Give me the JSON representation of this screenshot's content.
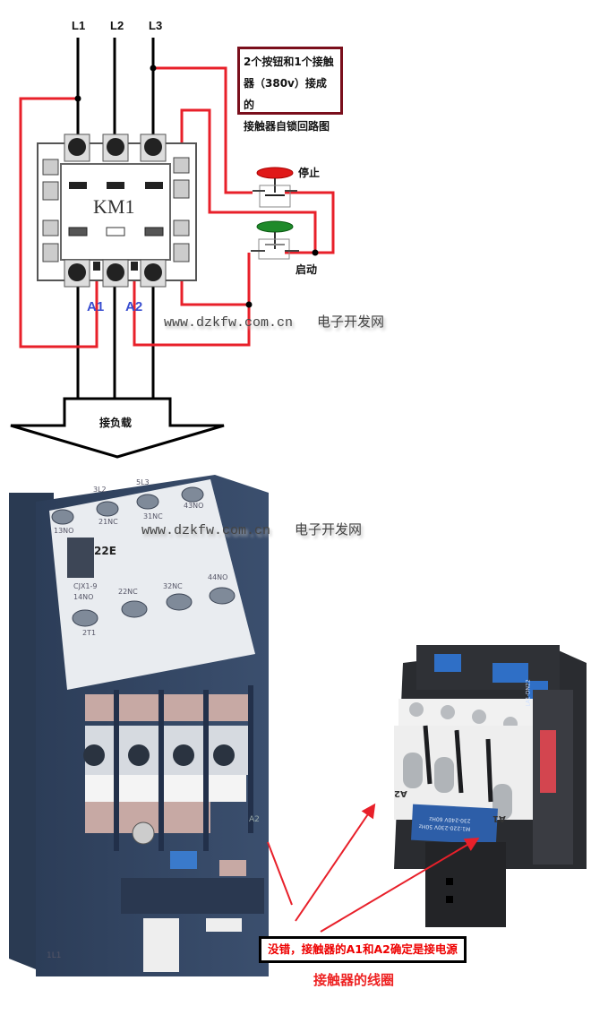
{
  "diagram": {
    "phases": [
      "L1",
      "L2",
      "L3"
    ],
    "title_lines": [
      "2个按钮和1个接触",
      "器（380v）接成的",
      "接触器自锁回路图"
    ],
    "contactor_label": "KM1",
    "stop_button_label": "停止",
    "start_button_label": "启动",
    "coil_terminals": [
      "A1",
      "A2"
    ],
    "load_label": "接负载",
    "colors": {
      "control_wire": "#e8202a",
      "power_wire": "#000000",
      "title_border": "#7a0f1c",
      "coil_label": "#3a4fd0",
      "stop_button": "#e01818",
      "start_button": "#1e8a2a"
    }
  },
  "watermarks": [
    {
      "url": "www.dzkfw.com.cn",
      "site": "电子开发网"
    },
    {
      "url": "www.dzkfw.com.cn",
      "site": "电子开发网"
    }
  ],
  "photo_left": {
    "top_terminals": [
      "1L1",
      "3L2",
      "5L3"
    ],
    "aux_top": [
      "13NO",
      "21NC",
      "31NC",
      "43NO"
    ],
    "module": "22E",
    "model": "CJX1-9",
    "aux_bottom": [
      "14NO",
      "22NC",
      "32NC",
      "44NO"
    ],
    "bottom_label": "2T1",
    "coil_mark": "A2"
  },
  "photo_right": {
    "coil_marks": [
      "A2",
      "A1"
    ],
    "coil_plate_lines": [
      "M1:220-230V 50Hz",
      "230-240V 60Hz"
    ],
    "aux_block": "LA1-DN22"
  },
  "annotation": {
    "note": "没错，接触器的A1和A2确定是接电源",
    "caption": "接触器的线圈"
  }
}
